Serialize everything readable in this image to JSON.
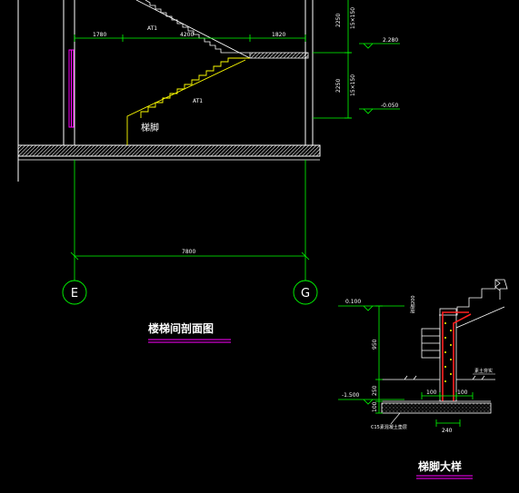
{
  "colors": {
    "background": "#000000",
    "wall": "#ffffff",
    "stair": "#ffff00",
    "dimension": "#00ff00",
    "axis": "#00ff00",
    "rebar": "#ff2020",
    "column": "#ff00ff",
    "title_underline": "#ff00ff"
  },
  "section": {
    "title": "楼梯间剖面图",
    "top_dims": [
      "1780",
      "4200",
      "1820"
    ],
    "overall_dim": "7800",
    "vertical_dims": [
      {
        "height": "2250",
        "steps": "15×150"
      },
      {
        "height": "2250",
        "steps": "15×150"
      }
    ],
    "levels": [
      "2.280",
      "-0.050"
    ],
    "flight_labels": [
      "AT1",
      "AT1"
    ],
    "stair_foot_label": "梯脚",
    "axes": [
      "E",
      "G"
    ]
  },
  "detail": {
    "title": "梯脚大样",
    "levels": [
      "0.100",
      "-1.500"
    ],
    "vertical_dims": [
      "950",
      "250",
      "100"
    ],
    "horizontal_dims": [
      "100",
      "100",
      "240"
    ],
    "notes": {
      "top_label": "砖砌200",
      "side_label": "素土夯实",
      "bottom_label": "C15素混凝土垫层"
    }
  }
}
